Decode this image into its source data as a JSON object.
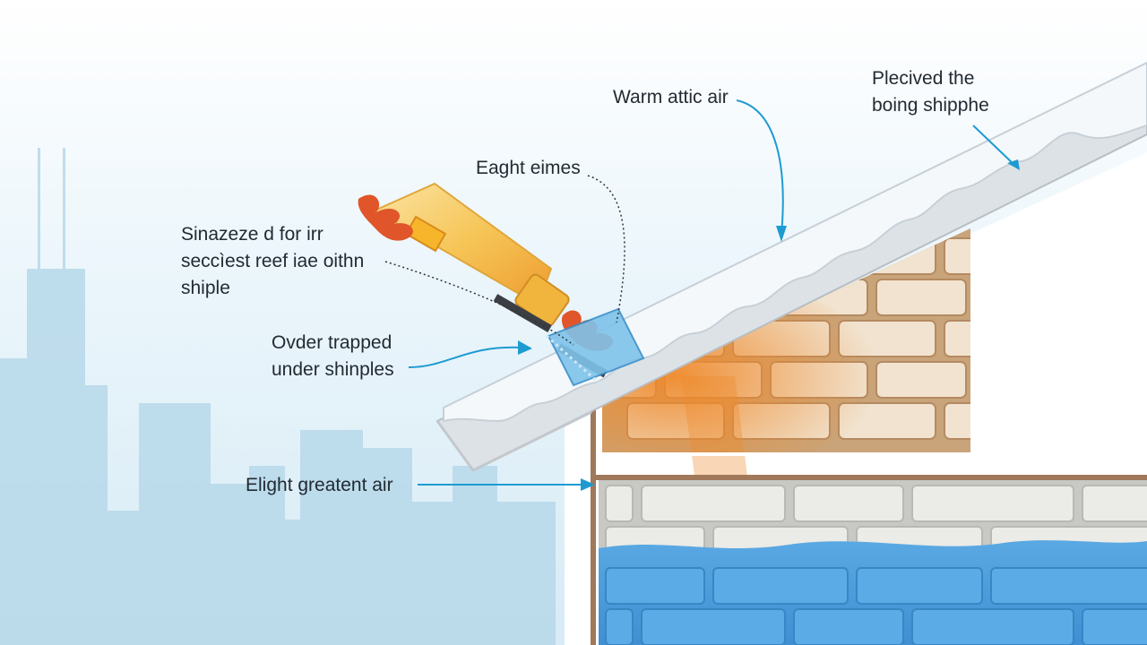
{
  "labels": {
    "warm_attic_air": "Warm attic air",
    "placed_shingle": [
      "Plecived the",
      "boing shipphe"
    ],
    "eaght_eimes": "Eaght eimes",
    "sinazeze": [
      "Sinazeze d for irr",
      "seccìest reef iae oithn",
      "shiple"
    ],
    "ovder_trapped": [
      "Ovder trapped",
      "under shinples"
    ],
    "elight_greatent_air": "Elight greatent air"
  },
  "colors": {
    "sky": "#e4f2f9",
    "skyline": "#b9dcec",
    "snow": "#f3f7fa",
    "roof_edge": "#b9bec3",
    "brick_warm": "#e8b27a",
    "brick_light": "#f0e2cf",
    "brick_gray": "#e0e0dc",
    "water_blue": "#4f9fdc",
    "arrow_blue": "#1d9bd1",
    "flame": "#e0552a",
    "torch_yellow": "#f7c24a"
  },
  "icons": [
    "heat-torch-icon",
    "flame-icon",
    "ice-block-icon"
  ]
}
